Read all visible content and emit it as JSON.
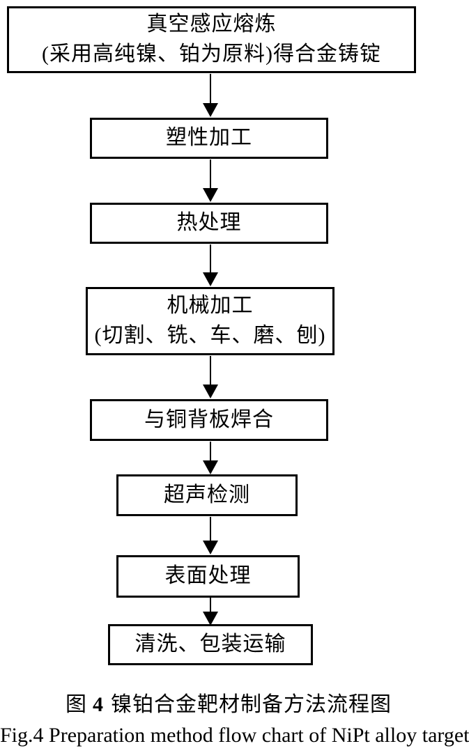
{
  "colors": {
    "ink": "#000000",
    "paper": "#ffffff"
  },
  "flowchart": {
    "steps": [
      {
        "lines": [
          "真空感应熔炼",
          "(采用高纯镍、铂为原料)得合金铸锭"
        ]
      },
      {
        "lines": [
          "塑性加工"
        ]
      },
      {
        "lines": [
          "热处理"
        ]
      },
      {
        "lines": [
          "机械加工",
          "(切割、铣、车、磨、刨)"
        ]
      },
      {
        "lines": [
          "与铜背板焊合"
        ]
      },
      {
        "lines": [
          "超声检测"
        ]
      },
      {
        "lines": [
          "表面处理"
        ]
      },
      {
        "lines": [
          "清洗、包装运输"
        ]
      }
    ]
  },
  "caption": {
    "zh_fig_label": "图",
    "zh_fig_number": "4",
    "zh_title": "镍铂合金靶材制备方法流程图",
    "en": "Fig.4 Preparation method flow chart of NiPt alloy target"
  }
}
